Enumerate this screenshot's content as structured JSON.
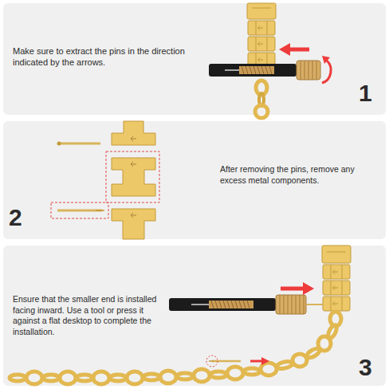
{
  "diagram": {
    "nodes": [
      {
        "text": [
          "Make sure to extract the pins in the direction indicated by the arrows.",
          "1"
        ]
      },
      {
        "text": [
          "After removing the pins, remove any excess metal components.",
          "2"
        ]
      },
      {
        "text": [
          "Ensure that the smaller end is installed facing inward. Use a tool or press it against a flat desktop to complete the installation.",
          "3"
        ]
      }
    ]
  }
}
